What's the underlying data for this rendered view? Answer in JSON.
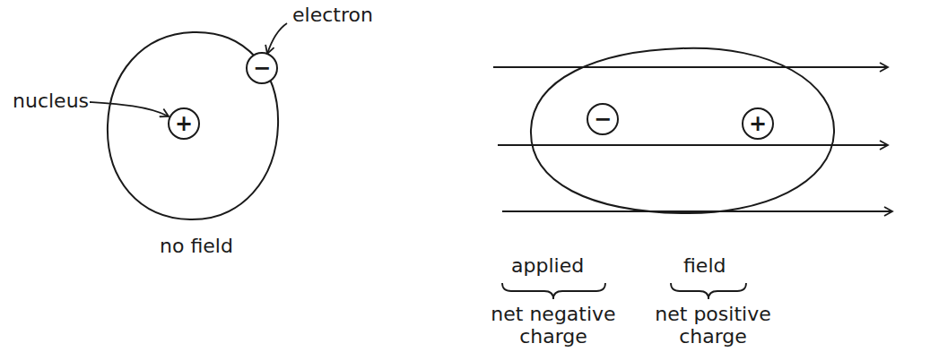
{
  "diagram": {
    "nodes": [
      {
        "text": [
          "+"
        ]
      },
      {
        "text": [
          "−"
        ]
      },
      {
        "text": [
          "−"
        ]
      },
      {
        "text": [
          "+"
        ]
      }
    ],
    "labels": [
      "electron",
      "nucleus",
      "no field",
      "applied",
      "field",
      "net negative charge",
      "net positive charge"
    ]
  }
}
